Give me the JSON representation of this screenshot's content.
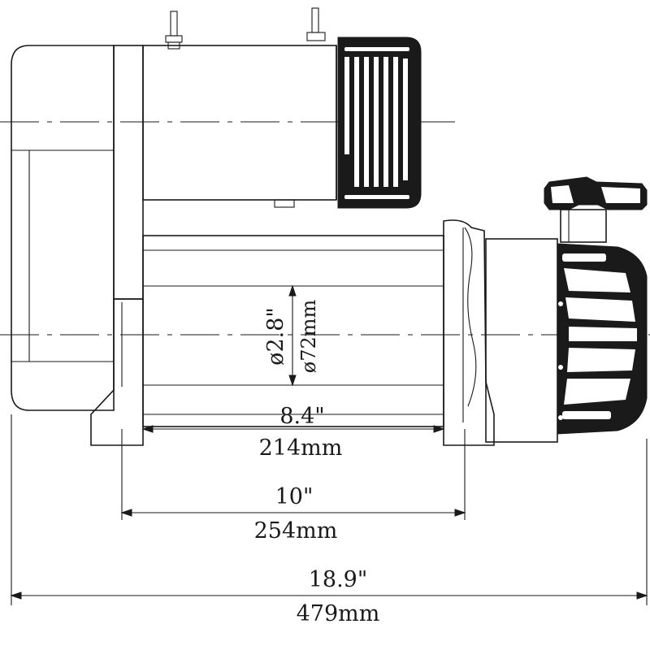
{
  "dimensions": {
    "drum_diameter_in": "ø2.8\"",
    "drum_diameter_mm": "ø72mm",
    "drum_length_in": "8.4\"",
    "drum_length_mm": "214mm",
    "mount_spacing_in": "10\"",
    "mount_spacing_mm": "254mm",
    "overall_length_in": "18.9\"",
    "overall_length_mm": "479mm"
  },
  "colors": {
    "line": "#1a1a1a",
    "background": "#ffffff"
  }
}
